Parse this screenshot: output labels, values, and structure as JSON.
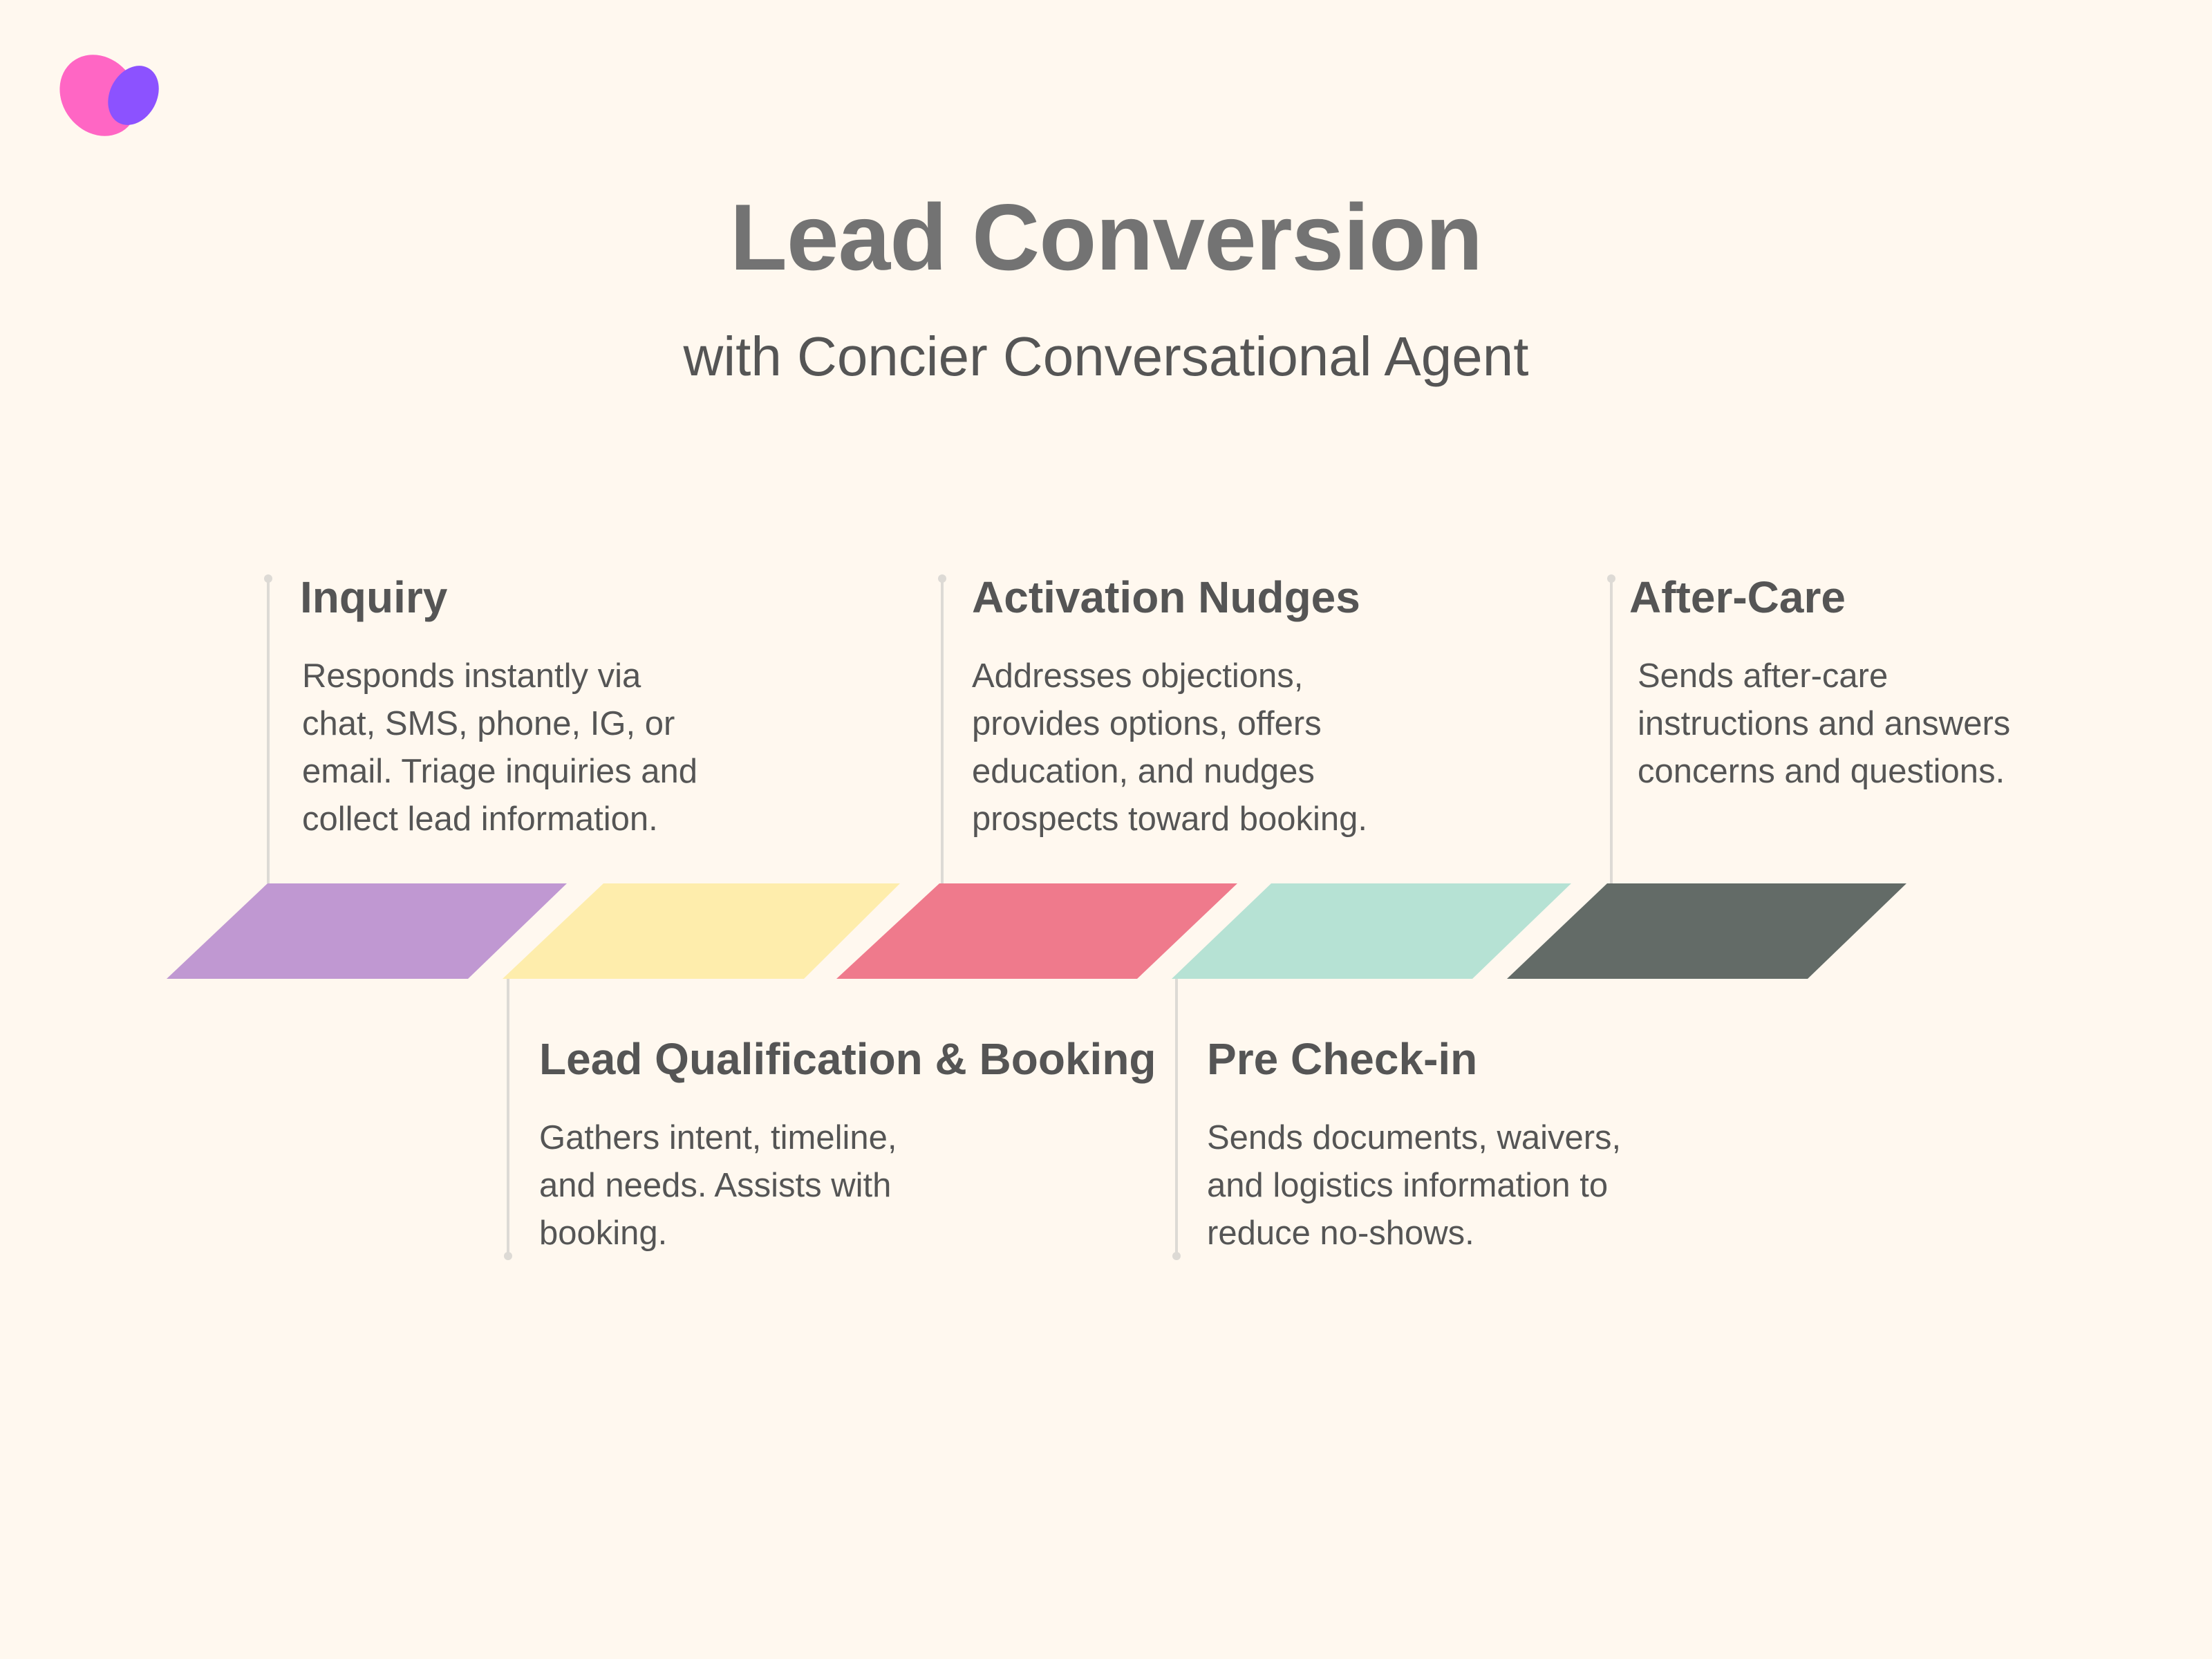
{
  "header": {
    "title": "Lead Conversion",
    "subtitle": "with Concier Conversational Agent"
  },
  "logo": {
    "icon": "two-overlapping-ellipses-logo",
    "colors": {
      "pink": "#FF66C4",
      "purple": "#8C52FF"
    }
  },
  "colors": {
    "background": "#FFF8EF",
    "title": "#737373",
    "text": "#555555",
    "connector": "#DDDAD5"
  },
  "steps": [
    {
      "label": "Inquiry",
      "description": "Responds instantly via\nchat, SMS, phone, IG, or\nemail. Triage inquiries and\ncollect lead information.",
      "color": "#C098D2",
      "position": "top"
    },
    {
      "label": "Lead Qualification & Booking",
      "description": "Gathers intent, timeline,\nand needs. Assists with\nbooking.",
      "color": "#FEEDAC",
      "position": "bottom"
    },
    {
      "label": "Activation Nudges",
      "description": "Addresses objections,\nprovides options, offers\neducation, and nudges\nprospects toward booking.",
      "color": "#EF7A8C",
      "position": "top"
    },
    {
      "label": "Pre Check-in",
      "description": "Sends documents, waivers,\nand logistics information to\nreduce no-shows.",
      "color": "#B6E2D4",
      "position": "bottom"
    },
    {
      "label": "After-Care",
      "description": "Sends after-care\ninstructions and answers\nconcerns and questions.",
      "color": "#636B67",
      "position": "top"
    }
  ]
}
